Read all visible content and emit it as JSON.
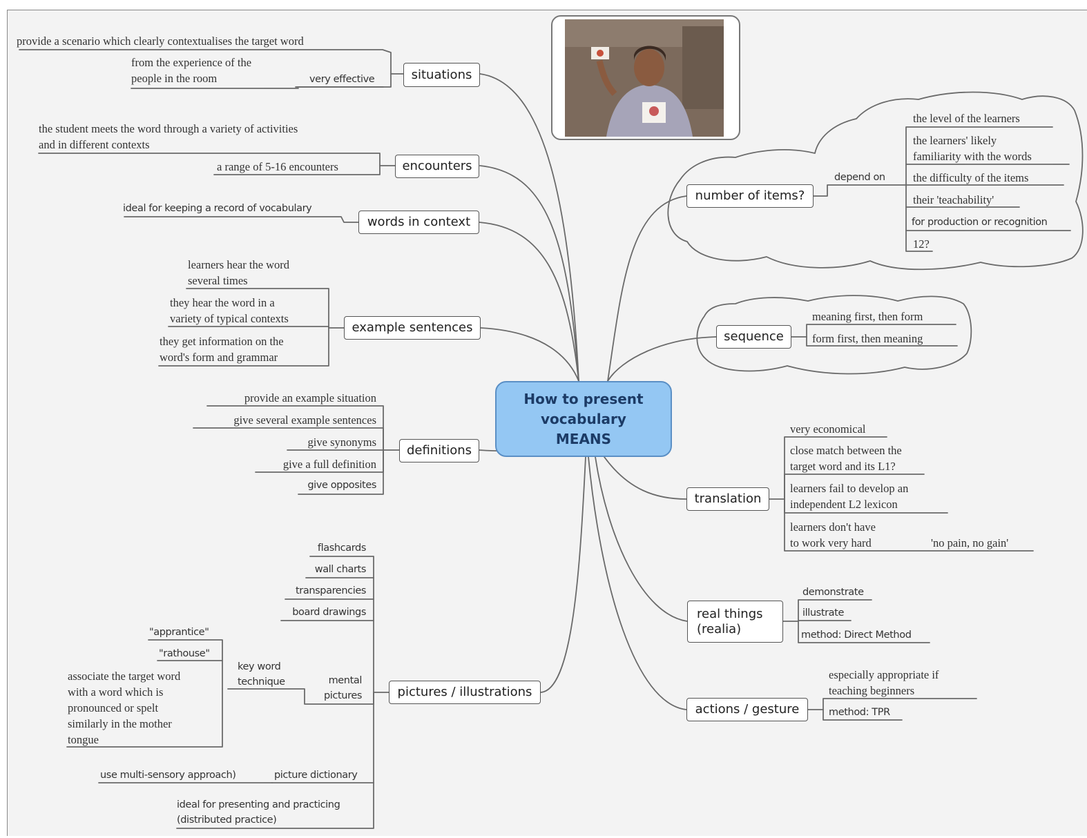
{
  "center_label": "How to present\nvocabulary\nMEANS",
  "branches": {
    "situations": "situations",
    "encounters": "encounters",
    "words_in_context": "words in context",
    "example_sentences": "example sentences",
    "definitions": "definitions",
    "pictures": "pictures / illustrations",
    "number_of_items": "number of items?",
    "sequence": "sequence",
    "translation": "translation",
    "realia": "real things\n(realia)",
    "actions": "actions / gesture"
  },
  "situations": {
    "scenario": "provide a scenario which clearly contextualises the target word",
    "very_effective": "very effective",
    "experience": "from the experience of the\npeople in the room"
  },
  "encounters": {
    "variety": "the student meets the word through a variety of activities\nand in different contexts",
    "range": "a range of 5-16 encounters"
  },
  "words_in_context": {
    "record": "ideal for keeping a record of vocabulary"
  },
  "example_sentences": {
    "hear": "learners hear the word\nseveral times",
    "contexts": "they hear the word in a\nvariety of typical contexts",
    "grammar": "they get information on the\nword's form and grammar"
  },
  "definitions": {
    "items": [
      "provide an example situation",
      "give several example sentences",
      "give synonyms",
      "give a full definition",
      "give opposites"
    ]
  },
  "pictures": {
    "flashcards": "flashcards",
    "wall_charts": "wall charts",
    "transparencies": "transparencies",
    "board_drawings": "board drawings",
    "mental_pictures": "mental\npictures",
    "key_word": "key word\ntechnique",
    "apprentice": "\"apprantice\"",
    "rathouse": "\"rathouse\"",
    "associate": "associate the target word\nwith a word which is\npronounced or spelt\nsimilarly in the mother\ntongue",
    "picture_dictionary": "picture dictionary",
    "multi_sensory": "use multi-sensory approach)",
    "ideal": "ideal for presenting and practicing\n(distributed practice)"
  },
  "number_of_items": {
    "depend_on": "depend on",
    "factors": [
      "the level of the learners",
      "the learners' likely\nfamiliarity with the words",
      "the difficulty of the items",
      "their 'teachability'",
      "for production or recognition",
      "12?"
    ]
  },
  "sequence": {
    "items": [
      "meaning first, then form",
      "form first, then meaning"
    ]
  },
  "translation": {
    "economical": "very economical",
    "close_match": "close match between the\ntarget word and its L1?",
    "fail": "learners fail to develop an\nindependent L2 lexicon",
    "work": "learners don't have\nto work very hard",
    "no_pain": "'no pain, no gain'"
  },
  "realia": {
    "items": [
      "demonstrate",
      "illustrate",
      "method: Direct Method"
    ]
  },
  "actions": {
    "appropriate": "especially appropriate if\nteaching beginners",
    "tpr": "method: TPR"
  },
  "colors": {
    "center_fill": "#94c7f3",
    "center_border": "#5a8fc5",
    "center_text": "#1c3b66",
    "line": "#666666"
  }
}
